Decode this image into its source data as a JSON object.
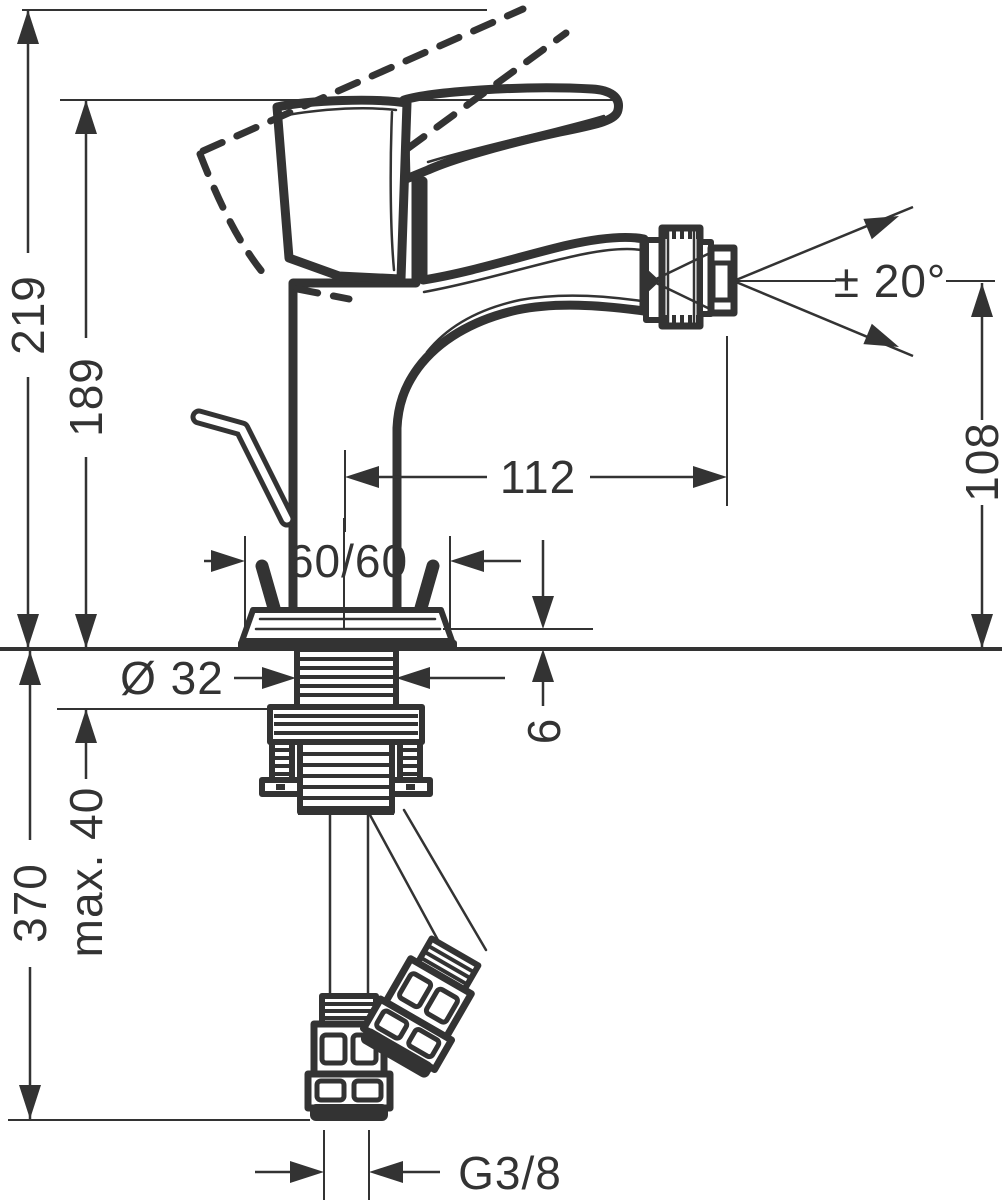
{
  "page": {
    "background": "#ffffff",
    "line_color": "#333333"
  },
  "drawing": {
    "type": "technical-dimension-drawing",
    "subject": "single-lever bidet mixer with lever handle, swivel spray outlet, pop-up waste rod and flexible supply hoses",
    "units": "mm",
    "dimensions": {
      "overall_height": "219",
      "height_to_handle": "189",
      "spout_reach": "112",
      "outlet_height": "108",
      "swivel_angle": "± 20°",
      "base_footprint": "60/60",
      "tap_hole_diameter": "Ø 32",
      "base_plate_height": "6",
      "hose_length": "370",
      "max_mounting_thickness": "max. 40",
      "connection_thread": "G3/8"
    }
  }
}
